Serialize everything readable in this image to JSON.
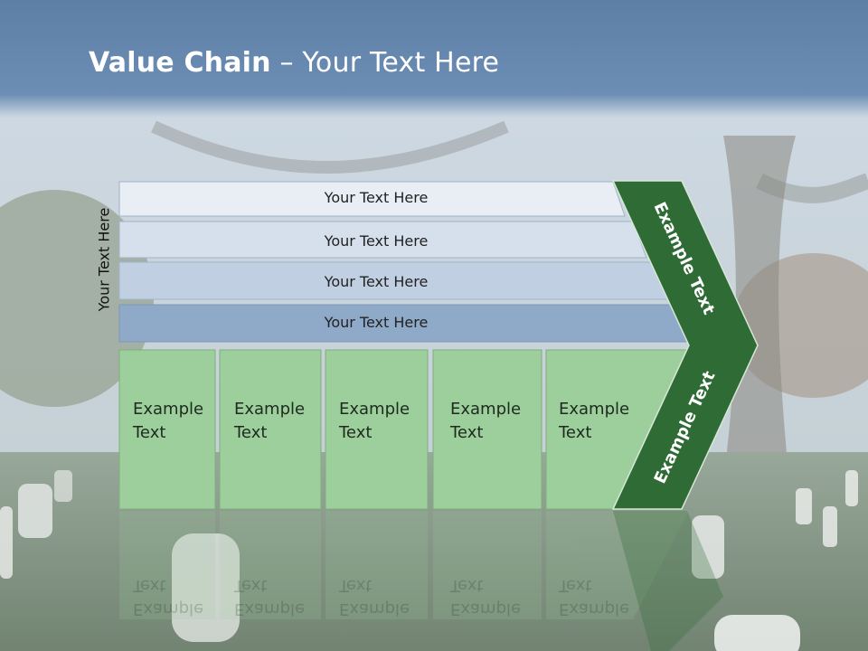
{
  "slide": {
    "title_bold": "Value Chain",
    "title_rest": " – Your Text Here",
    "vertical_label": "Your Text Here"
  },
  "rows": [
    {
      "label": "Your Text Here"
    },
    {
      "label": "Your Text Here"
    },
    {
      "label": "Your Text Here"
    },
    {
      "label": "Your Text Here"
    }
  ],
  "cells": [
    {
      "line1": "Example",
      "line2": "Text"
    },
    {
      "line1": "Example",
      "line2": "Text"
    },
    {
      "line1": "Example",
      "line2": "Text"
    },
    {
      "line1": "Example",
      "line2": "Text"
    },
    {
      "line1": "Example",
      "line2": "Text"
    }
  ],
  "chevron": {
    "upper_text": "Example Text",
    "lower_text": "Example Text",
    "color": "#2e6b35"
  },
  "colors": {
    "row_fills": [
      "#e9eef5",
      "#d6e0ec",
      "#c0d0e2",
      "#8fa9c9"
    ],
    "cell_fill": "#9ccf9c",
    "header": "#6c8db4"
  }
}
